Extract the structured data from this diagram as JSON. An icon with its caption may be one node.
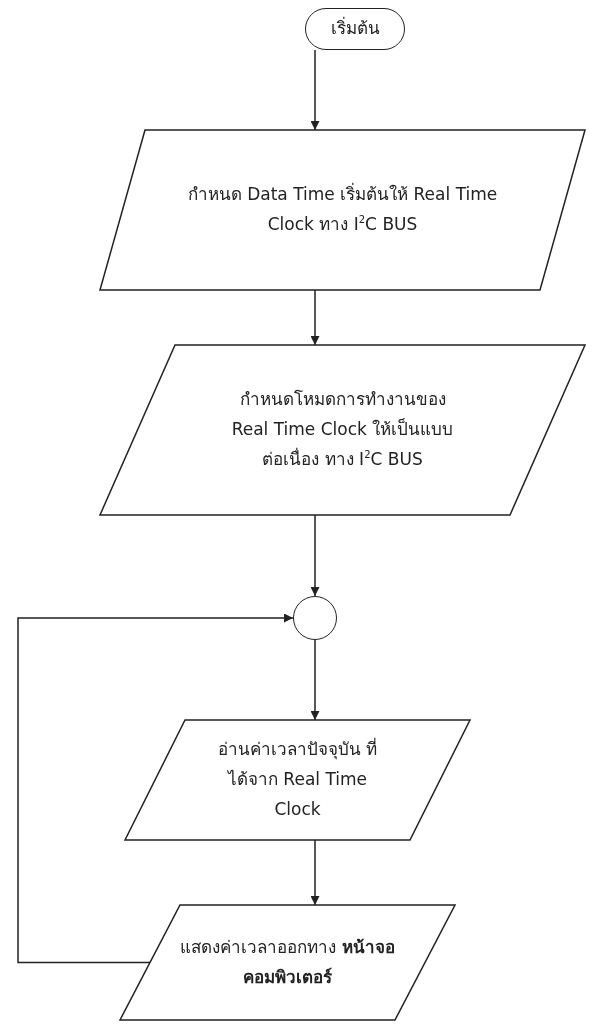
{
  "diagram": {
    "nodes": [
      {
        "text": [
          "เริ่มต้น"
        ]
      },
      {
        "text": [
          "กำหนด Data Time เริ่มต้นให้ Real Time Clock ทาง I$^{2}$C BUS"
        ]
      },
      {
        "text": [
          "กำหนดโหมดการทำงานของ Real Time Clock ให้เป็นแบบต่อเนื่อง ทาง I$^{2}$C BUS"
        ]
      },
      {
        "text": [],
        "shape": "circle"
      },
      {
        "text": [
          "อ่านค่าเวลาปัจจุบัน ที่ได้จาก Real Time Clock"
        ]
      },
      {
        "text": [
          "แสดงค่าเวลาออกทาง **หน้าจอคอมพิวเตอร์**"
        ]
      }
    ],
    "edges": [
      {
        "from": 0,
        "to": 1,
        "arrow": "to"
      },
      {
        "from": 1,
        "to": 2,
        "arrow": "to"
      },
      {
        "from": 2,
        "to": 3,
        "arrow": "to"
      },
      {
        "from": 3,
        "to": 4,
        "arrow": "to"
      },
      {
        "from": 4,
        "to": 5,
        "arrow": "to"
      },
      {
        "from": 5,
        "to": 3,
        "arrow": "to"
      }
    ]
  }
}
